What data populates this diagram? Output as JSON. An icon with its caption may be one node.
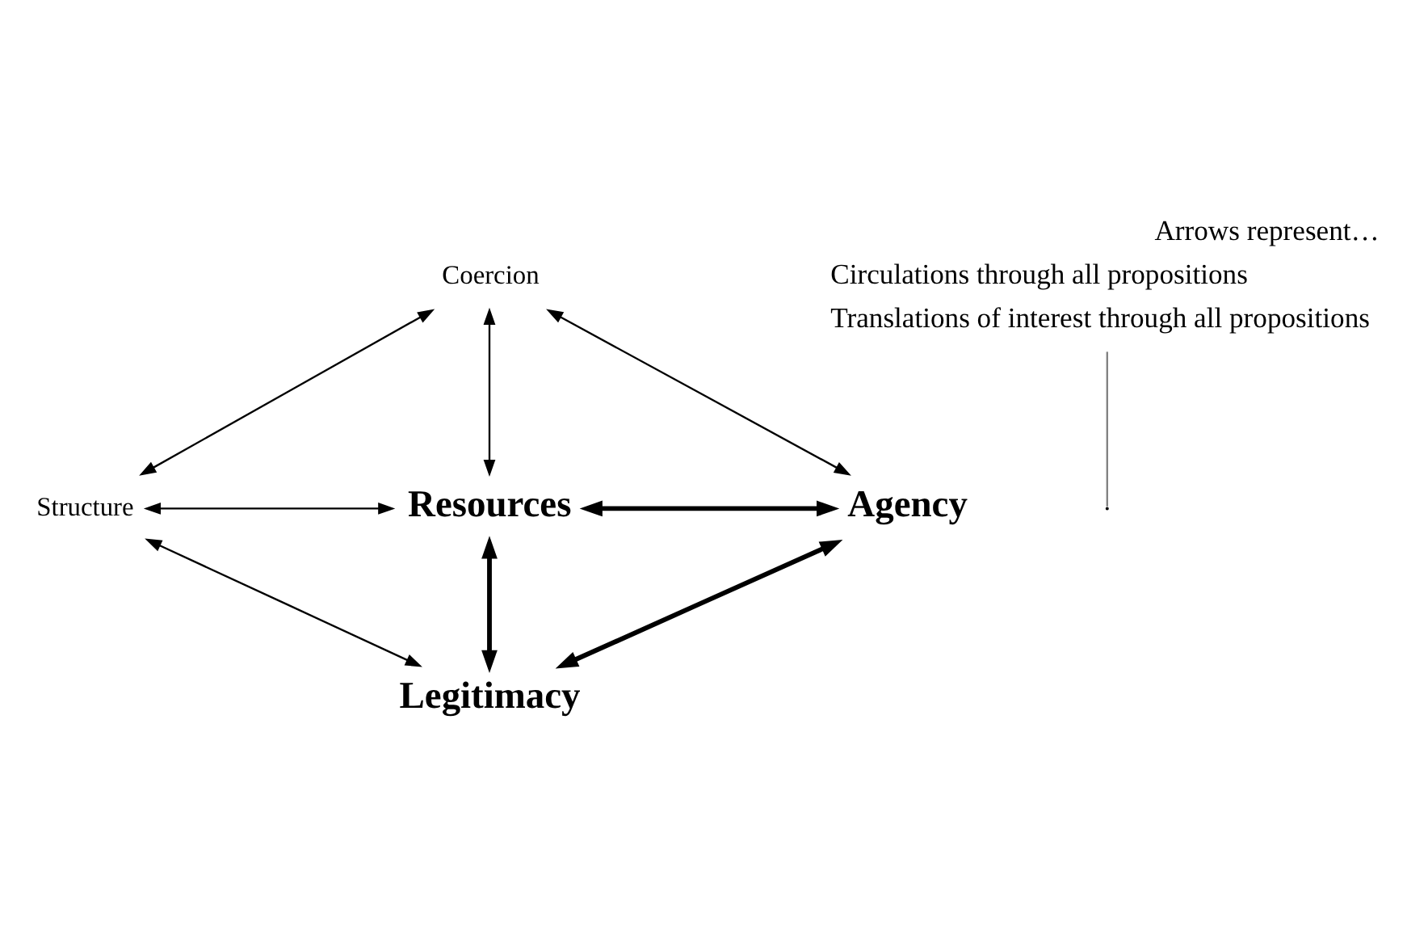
{
  "diagram": {
    "nodes": [
      {
        "text": [
          "Coercion"
        ]
      },
      {
        "text": [
          "Structure"
        ]
      },
      {
        "text": [
          "Resources"
        ]
      },
      {
        "text": [
          "Agency"
        ]
      },
      {
        "text": [
          "Legitimacy"
        ]
      },
      {
        "text": [
          "Arrows represent…",
          "Circulations through all propositions",
          "Translations of interest through all propositions"
        ]
      }
    ],
    "edges": [
      {
        "from": 0,
        "to": 1,
        "arrow": "both"
      },
      {
        "from": 0,
        "to": 3,
        "arrow": "both"
      },
      {
        "from": 0,
        "to": 2,
        "arrow": "both"
      },
      {
        "from": 1,
        "to": 2,
        "arrow": "both"
      },
      {
        "from": 2,
        "to": 3,
        "arrow": "both",
        "style": "thick"
      },
      {
        "from": 2,
        "to": 4,
        "arrow": "both",
        "style": "thick"
      },
      {
        "from": 1,
        "to": 4,
        "arrow": "both"
      },
      {
        "from": 3,
        "to": 4,
        "arrow": "both",
        "style": "thick"
      },
      {
        "from": 5,
        "to": null,
        "arrow": "none",
        "color": "#808080"
      }
    ]
  }
}
